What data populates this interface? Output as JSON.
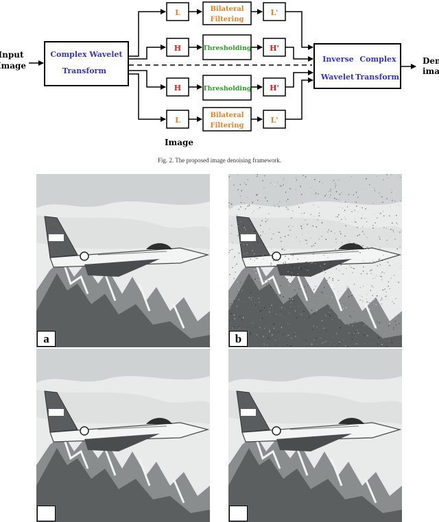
{
  "diagram": {
    "input_label": [
      "Input",
      "Image"
    ],
    "transform": [
      "Complex Wavelet",
      "Transform"
    ],
    "inverse": [
      "Inverse",
      "Complex",
      "Wavelet",
      "Transform"
    ],
    "output_label": [
      "Denoised",
      "image"
    ],
    "sub_L": "L",
    "sub_H": "H",
    "sub_Lp": "L'",
    "sub_Hp": "H'",
    "bilateral": [
      "Bilateral",
      "Filtering"
    ],
    "thresholding": "Thresholding",
    "bottom_label": "Image",
    "colors": {
      "blue": "#3333cc",
      "red": "#e02020",
      "orange": "#e8822a",
      "green": "#2aa02a"
    }
  },
  "caption": "Fig. 2. The proposed image denoising framework.",
  "panels": [
    {
      "label": "a",
      "style": "smooth"
    },
    {
      "label": "b",
      "style": "noisy"
    },
    {
      "label": "",
      "style": "smooth"
    },
    {
      "label": "",
      "style": "smooth"
    }
  ]
}
